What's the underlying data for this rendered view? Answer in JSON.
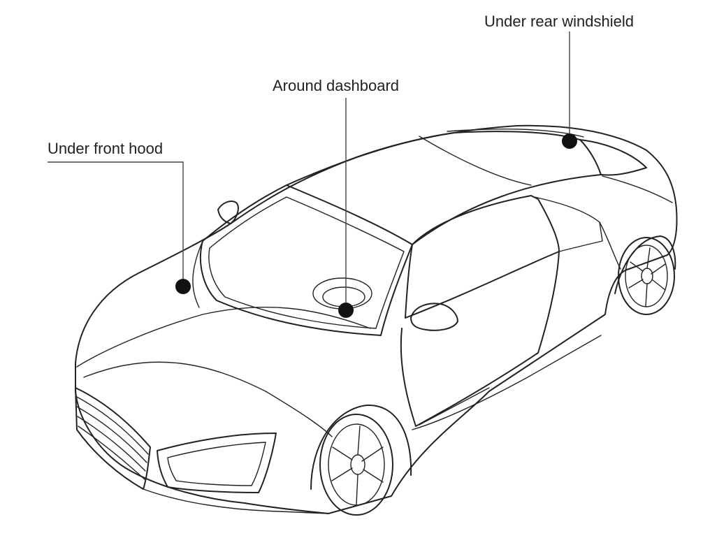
{
  "labels": {
    "front_hood": "Under front hood",
    "dashboard": "Around dashboard",
    "rear_windshield": "Under rear windshield"
  },
  "colors": {
    "line": "#222222",
    "marker": "#111111",
    "background": "#ffffff"
  }
}
